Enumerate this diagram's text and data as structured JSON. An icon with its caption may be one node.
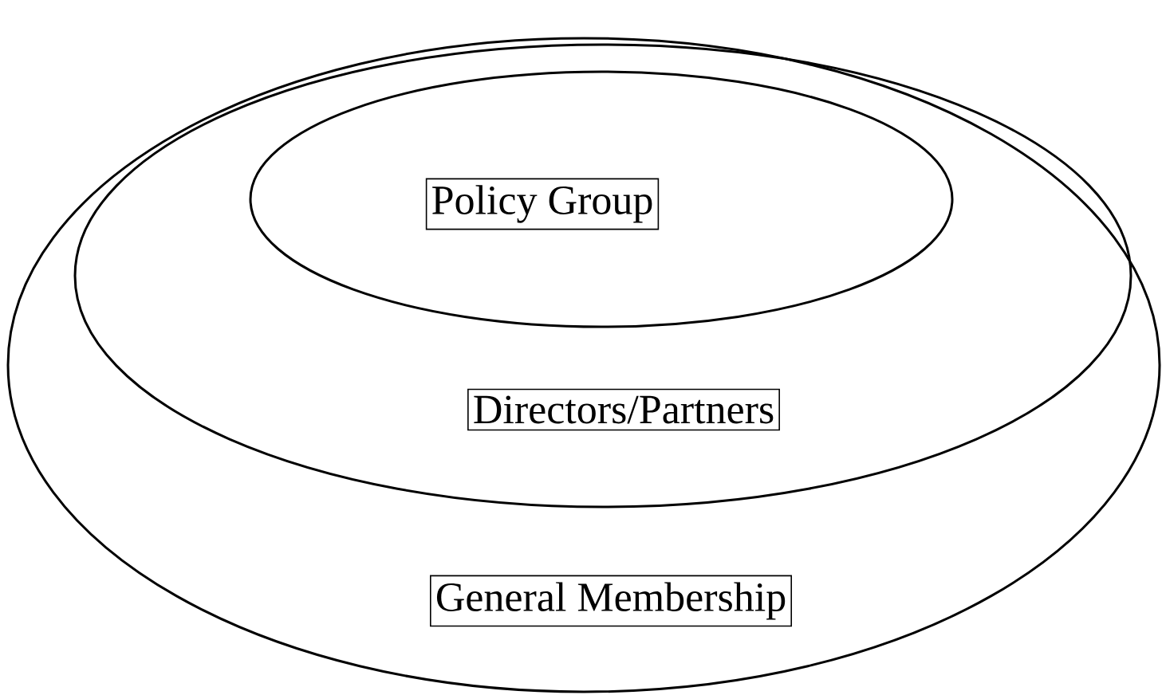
{
  "diagram": {
    "nodes": [
      {
        "text": [
          "General Membership"
        ]
      },
      {
        "text": [
          "Directors/Partners"
        ],
        "in": 0
      },
      {
        "text": [
          "Policy Group"
        ],
        "in": 1
      }
    ]
  }
}
